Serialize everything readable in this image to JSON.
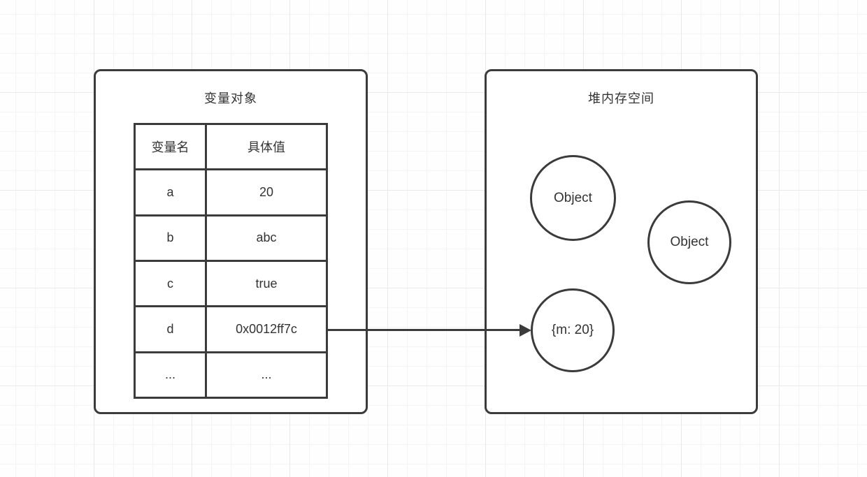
{
  "diagram": {
    "left_panel": {
      "title": "变量对象",
      "table": {
        "headers": {
          "name": "变量名",
          "value": "具体值"
        },
        "rows": [
          {
            "name": "a",
            "value": "20"
          },
          {
            "name": "b",
            "value": "abc"
          },
          {
            "name": "c",
            "value": "true"
          },
          {
            "name": "d",
            "value": "0x0012ff7c"
          },
          {
            "name": "...",
            "value": "..."
          }
        ]
      }
    },
    "right_panel": {
      "title": "堆内存空间",
      "objects": [
        {
          "label": "Object"
        },
        {
          "label": "Object"
        },
        {
          "label": "{m: 20}"
        }
      ]
    },
    "colors": {
      "stroke": "#3b3b3b",
      "text": "#333333",
      "background": "#ffffff",
      "grid_minor": "#f4f4f4",
      "grid_major": "#e9e9e9"
    }
  }
}
